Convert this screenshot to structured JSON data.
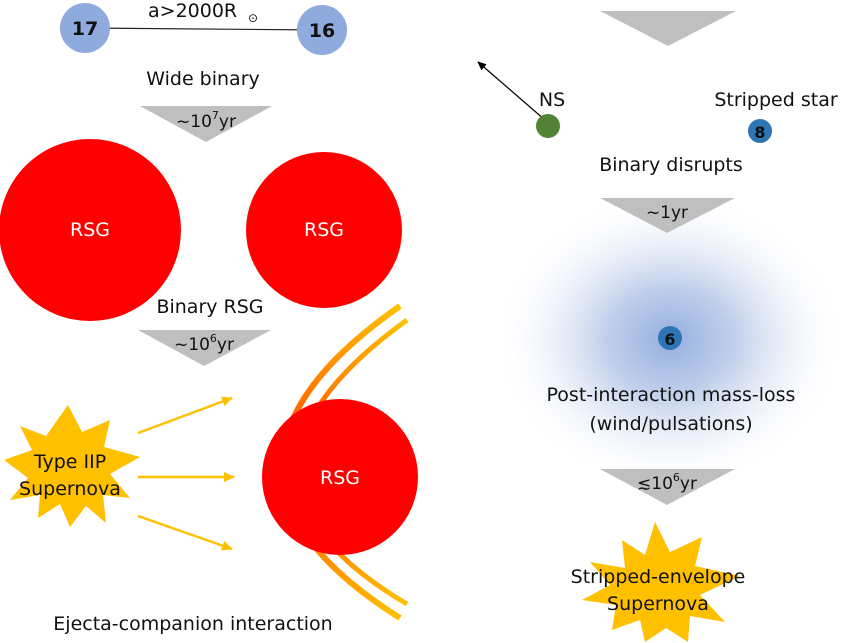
{
  "left": {
    "star_a": "17",
    "star_b": "16",
    "separation": "a>2000R",
    "separation_symbol": "⊙",
    "stage1_caption": "Wide binary",
    "arrow1_time": "~10",
    "arrow1_exp": "7",
    "arrow1_unit": "yr",
    "rsg_label": "RSG",
    "stage2_caption": "Binary RSG",
    "arrow2_time": "~10",
    "arrow2_exp": "6",
    "arrow2_unit": "yr",
    "sn_line1": "Type IIP",
    "sn_line2": "Supernova",
    "stage3_caption": "Ejecta-companion interaction"
  },
  "right": {
    "ns_label": "NS",
    "stripped_label": "Stripped star",
    "stripped_id": "8",
    "stage1_caption": "Binary disrupts",
    "arrow1_time": "~1yr",
    "mass_loss_id": "6",
    "stage2_line1": "Post-interaction mass-loss",
    "stage2_line2": "(wind/pulsations)",
    "arrow2_time": "≲10",
    "arrow2_exp": "6",
    "arrow2_unit": "yr",
    "sn_line1": "Stripped-envelope",
    "sn_line2": "Supernova"
  },
  "colors": {
    "blue_star": "#8faadc",
    "dark_blue_star": "#2e75b6",
    "ns_green": "#548235",
    "rsg_red": "#ff0000",
    "arrow_gray": "#bfbfbf",
    "burst_yellow": "#ffc000",
    "ejecta_arrow": "#ffc000",
    "shock_outer": "#ff0000",
    "shock_inner": "#ffc000"
  }
}
